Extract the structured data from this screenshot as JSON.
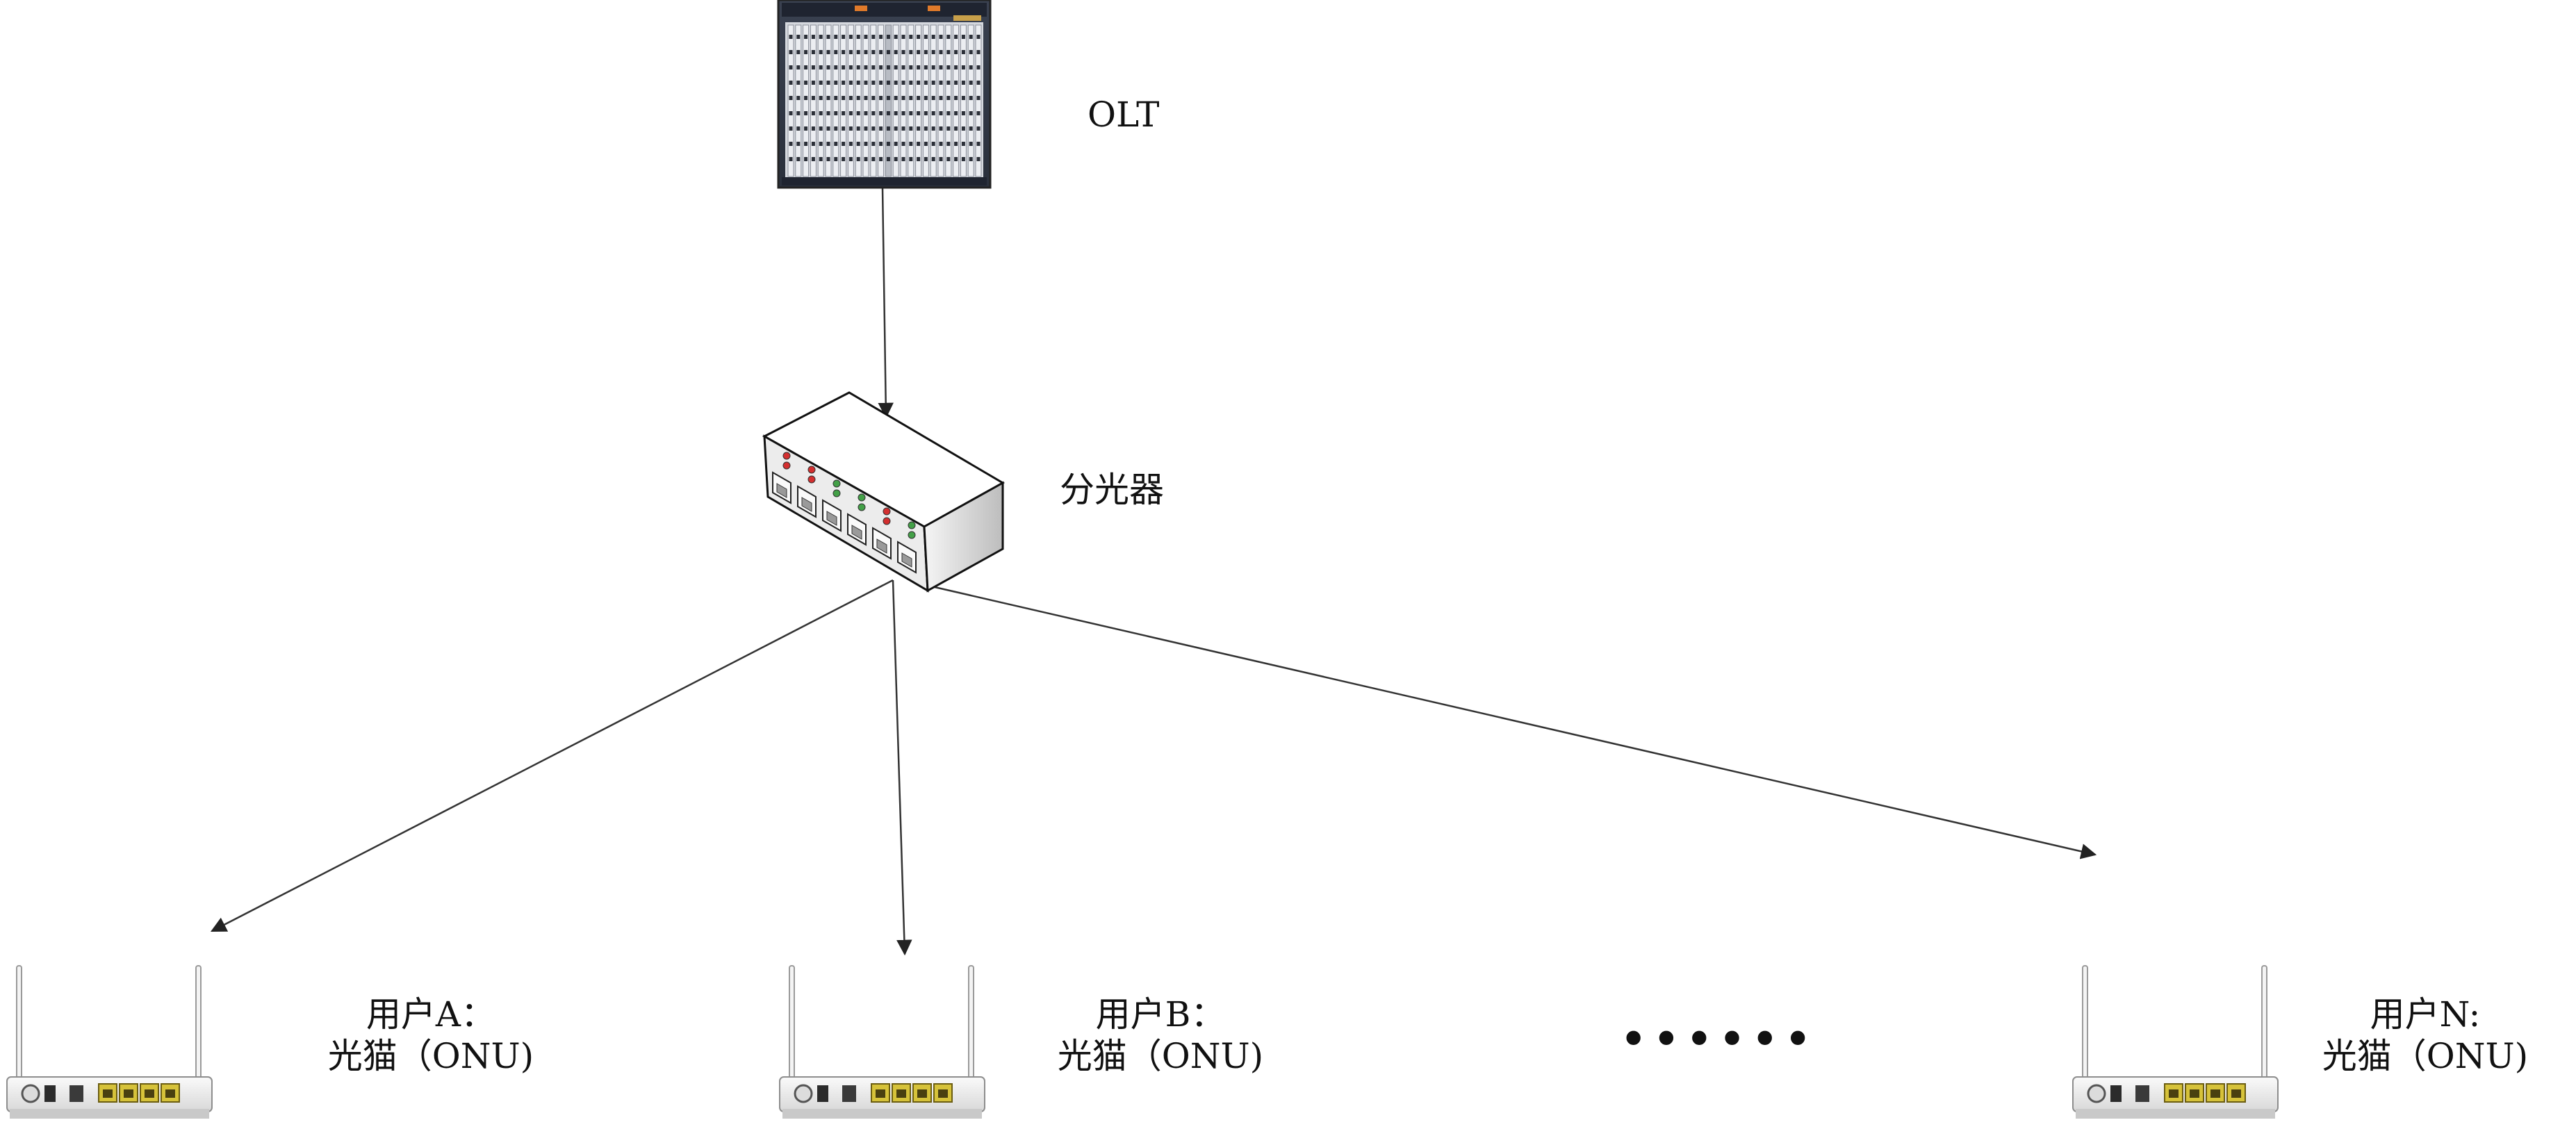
{
  "diagram": {
    "olt": {
      "label": "OLT",
      "icon": "olt-chassis-icon"
    },
    "splitter": {
      "label": "分光器",
      "icon": "splitter-switch-icon"
    },
    "onus": [
      {
        "user": "用户A：",
        "device": "光猫（ONU)",
        "icon": "onu-router-icon"
      },
      {
        "user": "用户B：",
        "device": "光猫（ONU)",
        "icon": "onu-router-icon"
      },
      {
        "user": "用户N:",
        "device": "光猫（ONU)",
        "icon": "onu-router-icon"
      }
    ],
    "ellipsis": "••••••",
    "colors": {
      "line": "#333333",
      "device_light": "#f2f2f2",
      "device_dark": "#555555",
      "led_red": "#d32f2f",
      "led_green": "#43a047",
      "port_yellow": "#d6c23a"
    }
  }
}
